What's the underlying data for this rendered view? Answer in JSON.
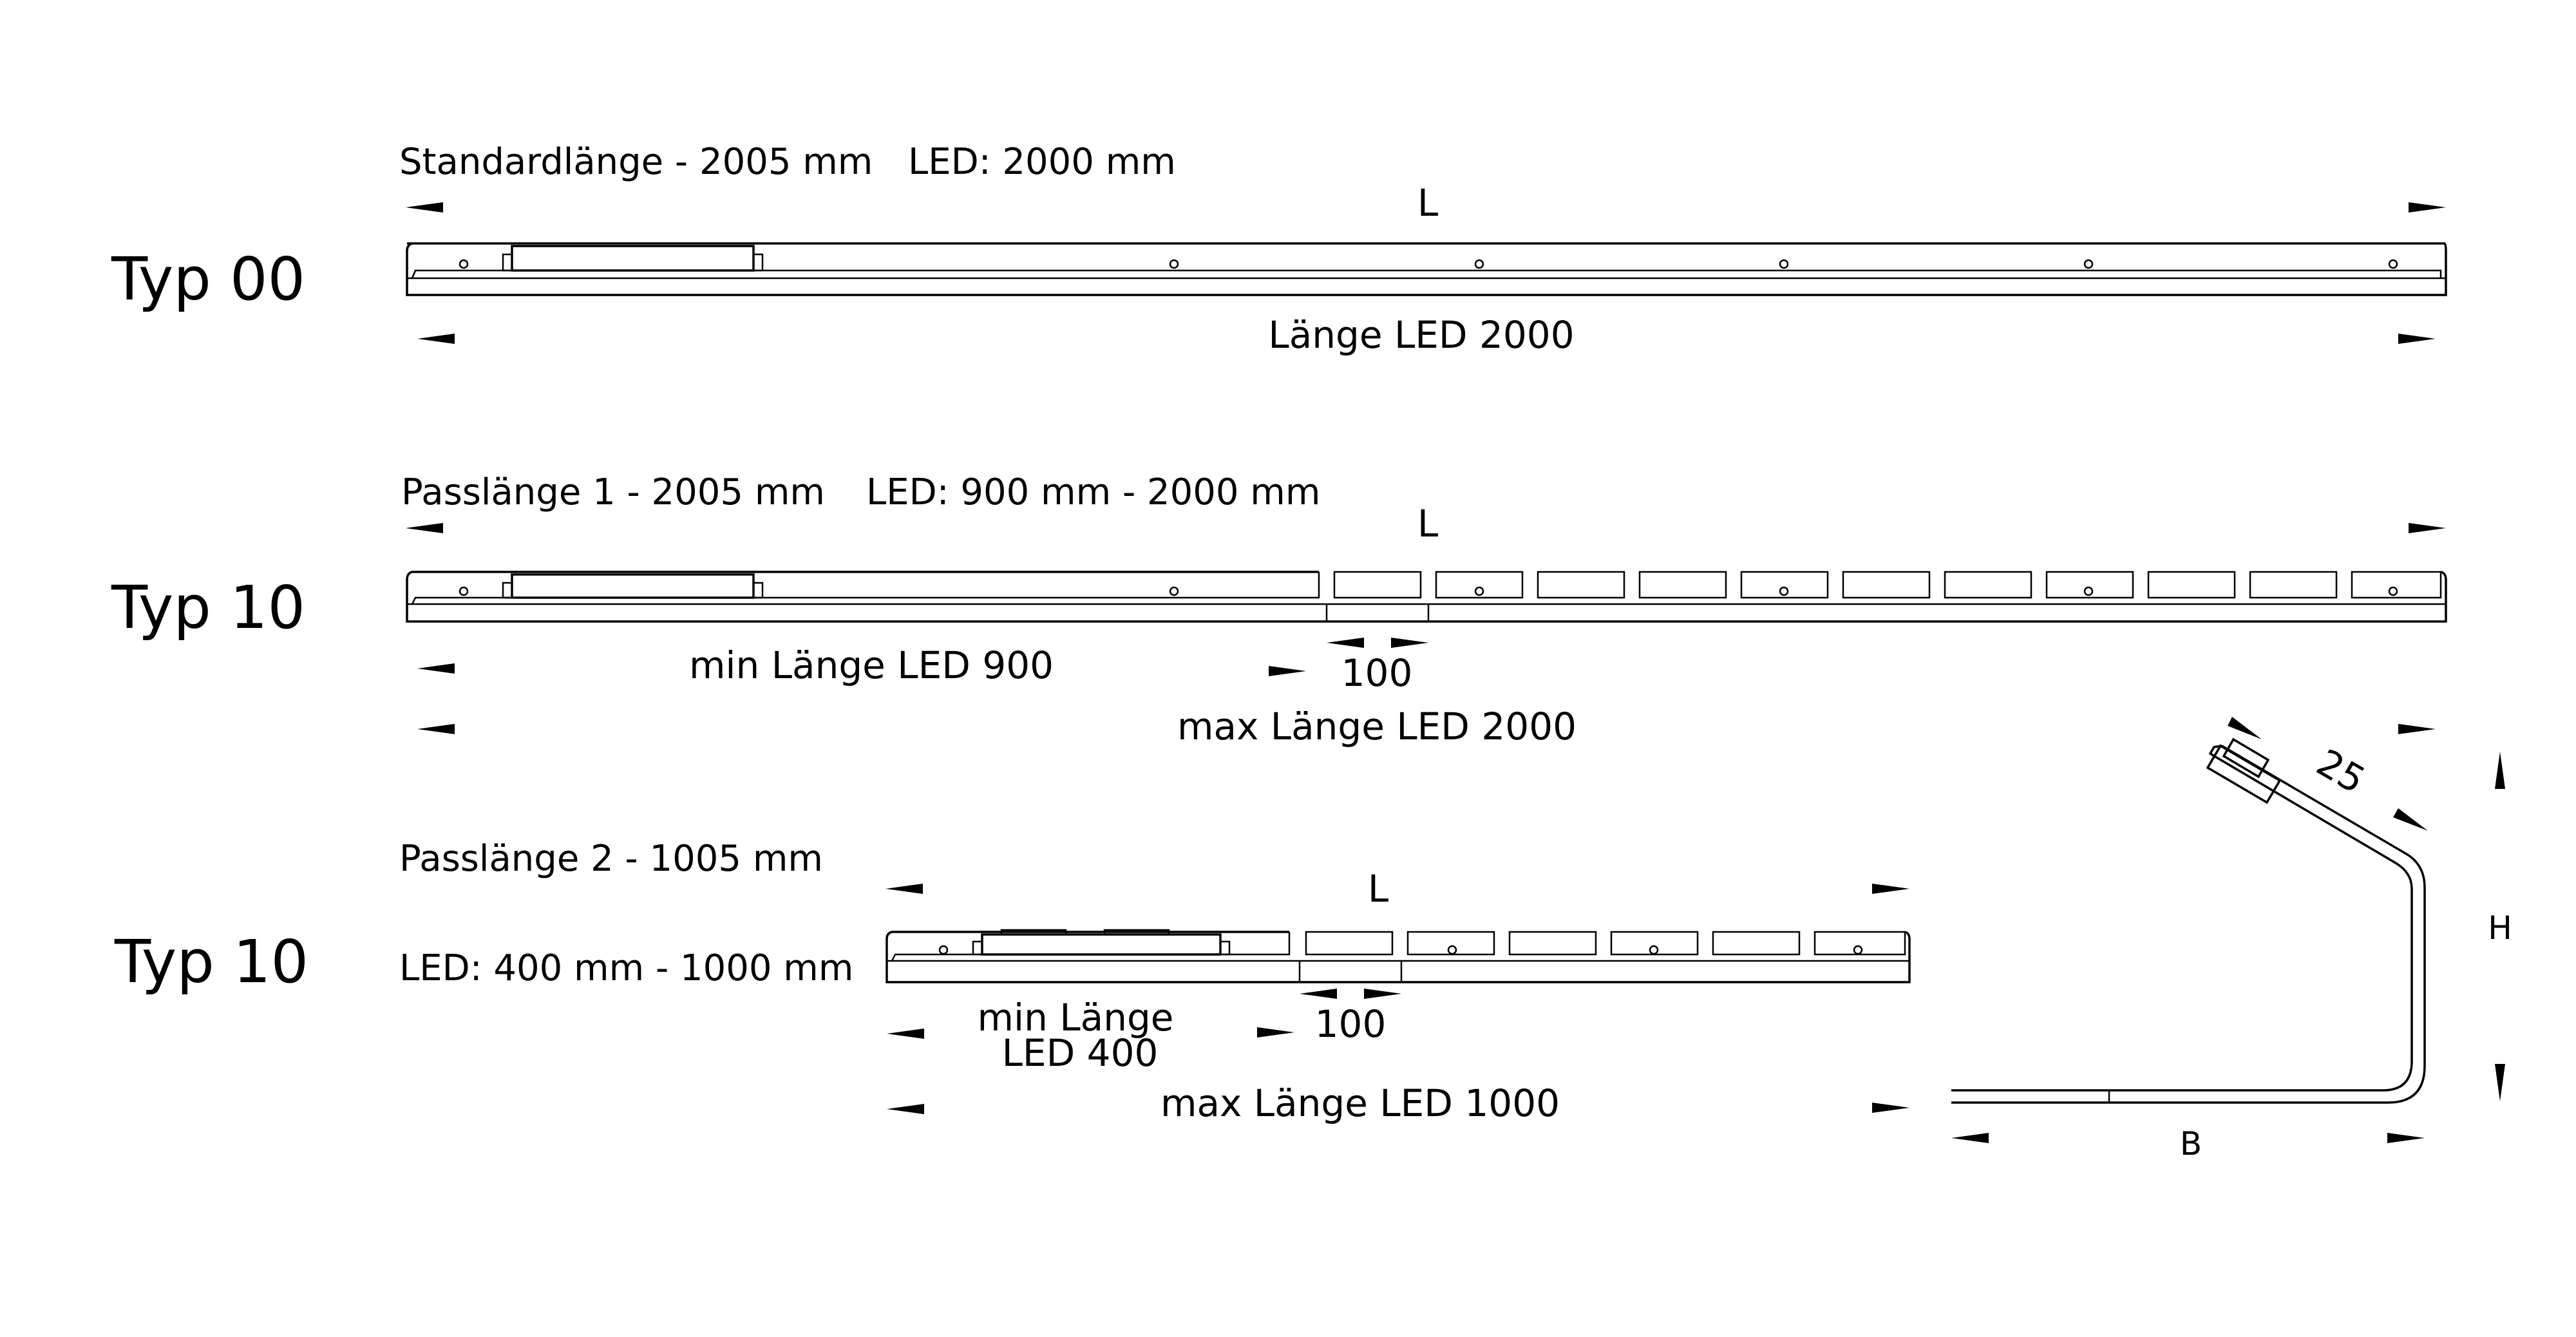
{
  "typ00": {
    "type_label": "Typ 00",
    "length_label": "Standardlänge - 2005 mm",
    "led_label": "LED: 2000 mm",
    "dim_l": "L",
    "dim_led": "Länge LED 2000"
  },
  "typ10a": {
    "type_label": "Typ 10",
    "length_label": "Passlänge 1 - 2005 mm",
    "led_label": "LED: 900 mm - 2000 mm",
    "dim_l": "L",
    "dim_min": "min Länge LED 900",
    "dim_step": "100",
    "dim_max": "max Länge LED 2000"
  },
  "typ10b": {
    "type_label": "Typ 10",
    "length_label": "Passlänge 2 - 1005 mm",
    "led_label": "LED: 400 mm - 1000 mm",
    "dim_l": "L",
    "dim_min_line1": "min Länge",
    "dim_min_line2": "LED 400",
    "dim_step": "100",
    "dim_max": "max Länge LED 1000"
  },
  "profile": {
    "dim_angle_leg": "25",
    "dim_height": "H",
    "dim_width": "B"
  }
}
